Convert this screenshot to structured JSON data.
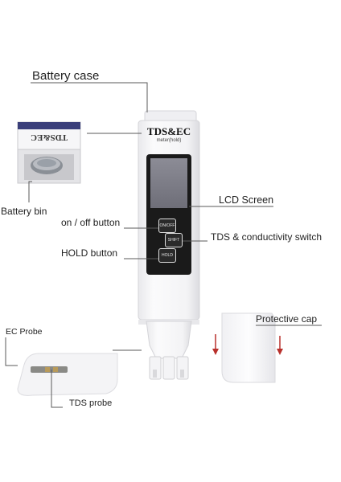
{
  "meter": {
    "brand": "TDS&EC",
    "subtitle": "meter(hold)",
    "btn_onoff": "ON/OFF",
    "btn_shift": "SHIFT",
    "btn_hold": "HOLD"
  },
  "battery_lid_text": "TDS&EC",
  "labels": {
    "battery_case": "Battery case",
    "battery_bin": "Battery bin",
    "lcd_screen": "LCD Screen",
    "on_off_button": "on / off button",
    "tds_switch": "TDS & conductivity switch",
    "hold_button": "HOLD button",
    "protective_cap": "Protective cap",
    "ec_probe": "EC Probe",
    "tds_probe": "TDS probe"
  },
  "colors": {
    "line": "#5a5a5a",
    "arrow": "#b8302c",
    "screen": "#1a1a1a"
  }
}
